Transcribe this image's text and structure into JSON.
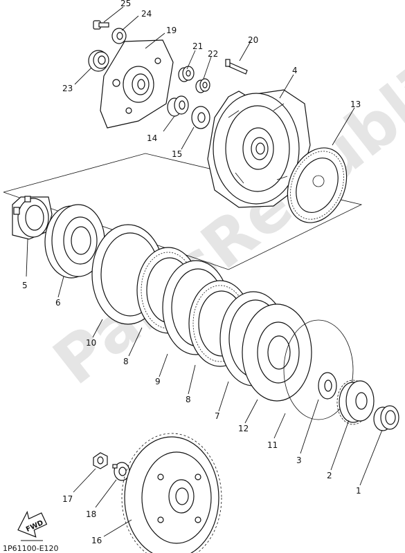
{
  "diagram": {
    "watermark": "PartsRepublic",
    "footer_code": "1P61100-E120",
    "fwd_label": "FWD",
    "callouts": {
      "c1": "1",
      "c2": "2",
      "c3": "3",
      "c4": "4",
      "c5": "5",
      "c6": "6",
      "c7": "7",
      "c8a": "8",
      "c8b": "8",
      "c9": "9",
      "c10": "10",
      "c11": "11",
      "c12": "12",
      "c13": "13",
      "c14": "14",
      "c15": "15",
      "c16": "16",
      "c17": "17",
      "c18": "18",
      "c19": "19",
      "c20": "20",
      "c21": "21",
      "c22": "22",
      "c23": "23",
      "c24": "24",
      "c25": "25"
    }
  }
}
